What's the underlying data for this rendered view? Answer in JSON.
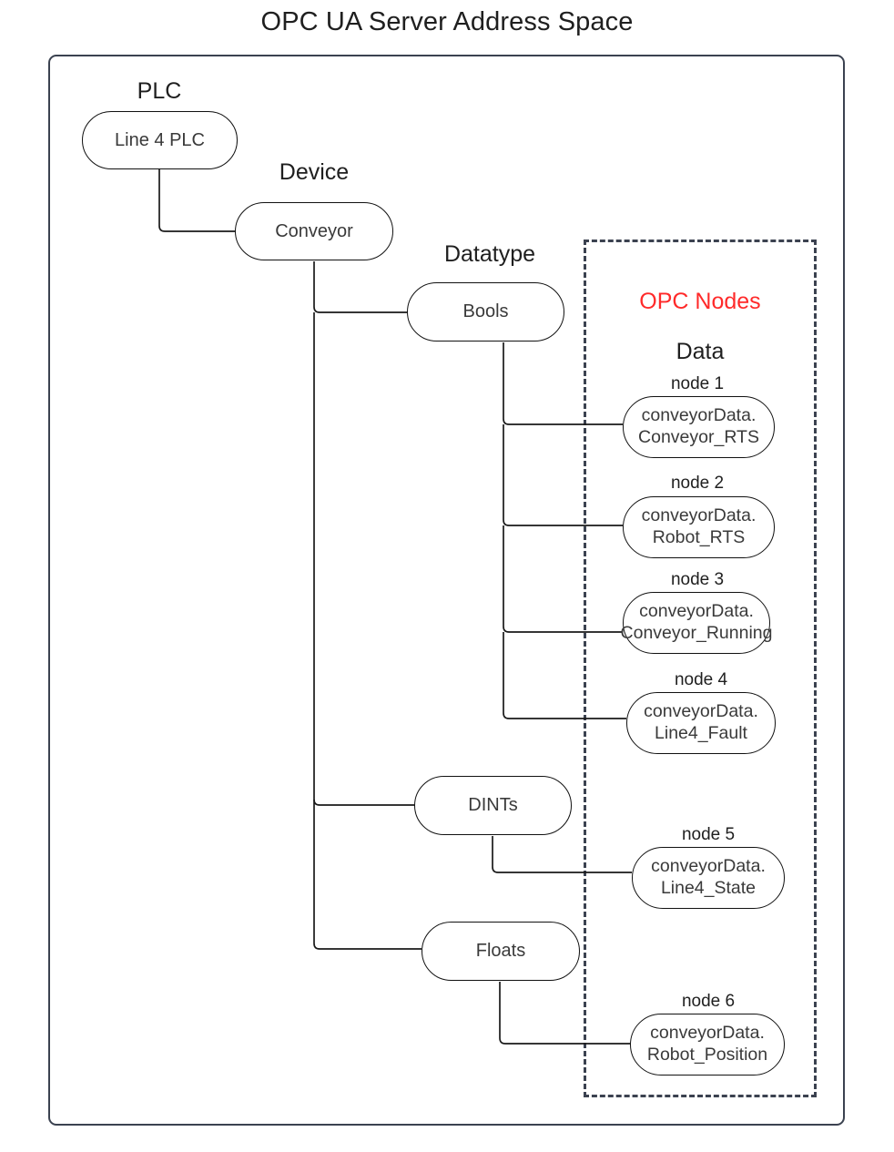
{
  "title": "OPC UA Server Address Space",
  "frames": {
    "outer_label": "server-address-space-frame",
    "dashed_label": "opc-nodes-group"
  },
  "group_captions": {
    "opc_nodes": "OPC Nodes",
    "data": "Data",
    "opc_nodes_color": "#ff2a2a"
  },
  "tree": {
    "plc": {
      "caption": "PLC",
      "label": "Line 4 PLC"
    },
    "device": {
      "caption": "Device",
      "label": "Conveyor"
    },
    "datatypes": [
      {
        "caption": "Datatype",
        "label": "Bools"
      },
      {
        "caption": "",
        "label": "DINTs"
      },
      {
        "caption": "",
        "label": "Floats"
      }
    ]
  },
  "nodes": [
    {
      "caption": "node 1",
      "line1": "conveyorData.",
      "line2": "Conveyor_RTS",
      "parent": "Bools"
    },
    {
      "caption": "node 2",
      "line1": "conveyorData.",
      "line2": "Robot_RTS",
      "parent": "Bools"
    },
    {
      "caption": "node 3",
      "line1": "conveyorData.",
      "line2": "Conveyor_Running",
      "parent": "Bools"
    },
    {
      "caption": "node 4",
      "line1": "conveyorData.",
      "line2": "Line4_Fault",
      "parent": "Bools"
    },
    {
      "caption": "node 5",
      "line1": "conveyorData.",
      "line2": "Line4_State",
      "parent": "DINTs"
    },
    {
      "caption": "node 6",
      "line1": "conveyorData.",
      "line2": "Robot_Position",
      "parent": "Floats"
    }
  ]
}
